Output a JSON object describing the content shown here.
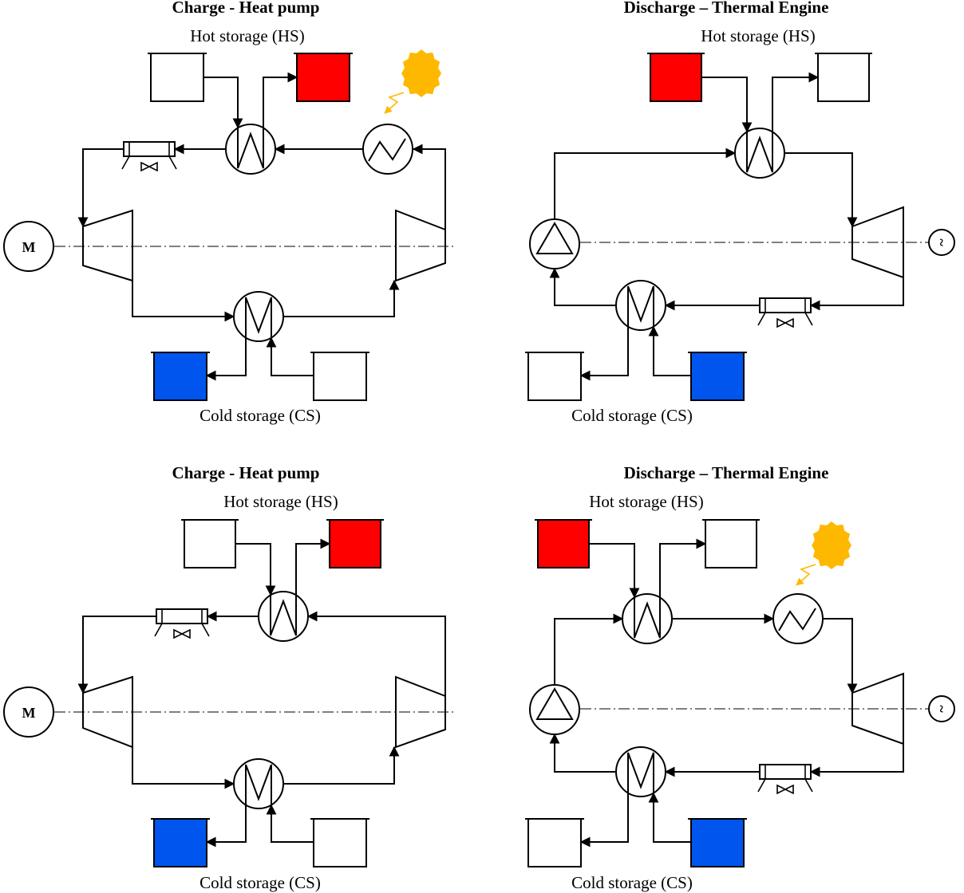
{
  "colors": {
    "hot_fill": "#ff0000",
    "cold_fill": "#0055ee",
    "sun_fill": "#ffb800",
    "line": "#000000"
  },
  "panels": [
    {
      "title": "Charge - Heat pump",
      "hot_label": "Hot storage (HS)",
      "cold_label": "Cold storage (CS)",
      "machine_symbol": "M",
      "components": [
        "motor",
        "compressor",
        "turbine",
        "hot-heat-exchanger",
        "cold-heat-exchanger",
        "cooler",
        "solar-heater",
        "sun"
      ]
    },
    {
      "title": "Discharge – Thermal Engine",
      "hot_label": "Hot storage (HS)",
      "cold_label": "Cold storage (CS)",
      "machine_symbol": "~",
      "components": [
        "pump",
        "turbine",
        "generator",
        "hot-heat-exchanger",
        "cold-heat-exchanger",
        "cooler"
      ]
    },
    {
      "title": "Charge - Heat pump",
      "hot_label": "Hot storage (HS)",
      "cold_label": "Cold storage (CS)",
      "machine_symbol": "M",
      "components": [
        "motor",
        "compressor",
        "turbine",
        "hot-heat-exchanger",
        "cold-heat-exchanger",
        "cooler"
      ]
    },
    {
      "title": "Discharge – Thermal Engine",
      "hot_label": "Hot storage (HS)",
      "cold_label": "Cold storage (CS)",
      "machine_symbol": "~",
      "components": [
        "pump",
        "turbine",
        "generator",
        "hot-heat-exchanger",
        "cold-heat-exchanger",
        "cooler",
        "solar-heater",
        "sun"
      ]
    }
  ]
}
